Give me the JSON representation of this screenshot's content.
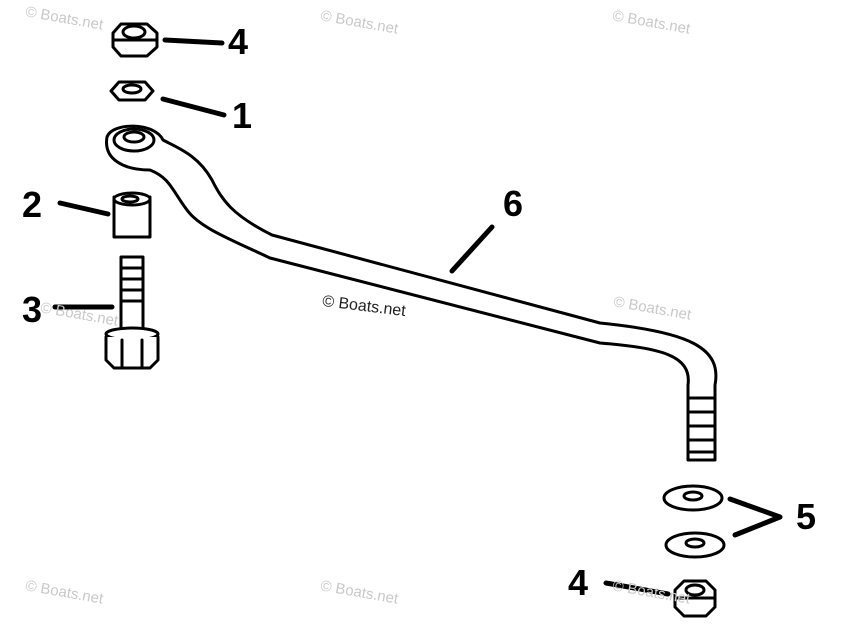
{
  "watermark": {
    "text": "© Boats.net"
  },
  "center_watermark": {
    "text": "© Boats.net"
  },
  "callouts": {
    "nut_top": "4",
    "washer_top": "1",
    "bushing": "2",
    "bolt": "3",
    "link_rod": "6",
    "washers_bottom": "5",
    "nut_bottom": "4"
  },
  "colors": {
    "line": "#000000",
    "watermark": "#c9c9c9",
    "background": "#ffffff"
  },
  "icons": [
    "hex-nut-icon",
    "washer-icon",
    "bushing-icon",
    "bolt-icon",
    "link-rod-icon"
  ]
}
